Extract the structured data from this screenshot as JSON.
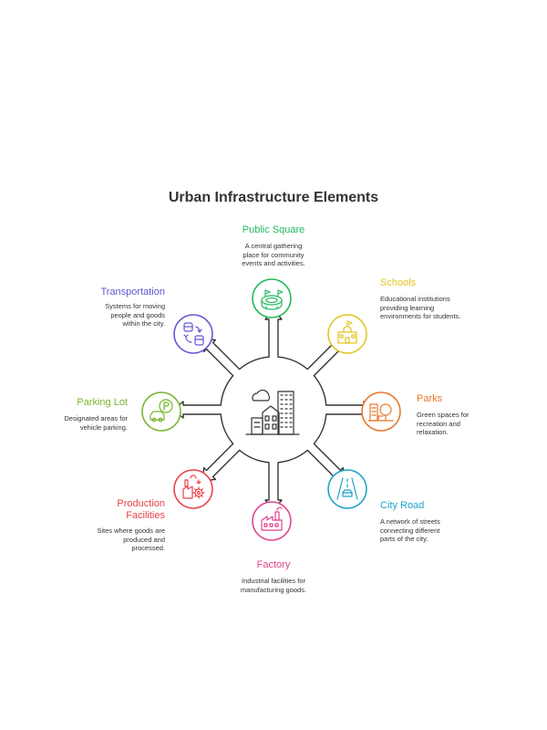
{
  "title": "Urban Infrastructure Elements",
  "colors": {
    "outline": "#333333",
    "public_square": "#22b85c",
    "schools": "#e3c51f",
    "parks": "#e8782a",
    "city_road": "#1ea4c8",
    "factory": "#e0448f",
    "production": "#e8434a",
    "parking": "#79b52e",
    "transportation": "#6357d6"
  },
  "elements": [
    {
      "id": "public-square",
      "label": "Public Square",
      "description": "A central gathering place for community events and activities.",
      "icon": "stadium-icon",
      "color": "#22b85c"
    },
    {
      "id": "schools",
      "label": "Schools",
      "description": "Educational institutions providing learning environments for students.",
      "icon": "school-building-icon",
      "color": "#e3c51f"
    },
    {
      "id": "parks",
      "label": "Parks",
      "description": "Green spaces for recreation and relaxation.",
      "icon": "park-tree-icon",
      "color": "#e8782a"
    },
    {
      "id": "city-road",
      "label": "City Road",
      "description": "A network of streets connecting different parts of the city.",
      "icon": "road-car-icon",
      "color": "#1ea4c8"
    },
    {
      "id": "factory",
      "label": "Factory",
      "description": "Industrial facilities for manufacturing goods.",
      "icon": "factory-icon",
      "color": "#e0448f"
    },
    {
      "id": "production-facilities",
      "label": "Production Facilities",
      "description": "Sites where goods are produced and processed.",
      "icon": "production-gear-icon",
      "color": "#e8434a"
    },
    {
      "id": "parking-lot",
      "label": "Parking Lot",
      "description": "Designated areas for vehicle parking.",
      "icon": "parking-car-icon",
      "color": "#79b52e"
    },
    {
      "id": "transportation",
      "label": "Transportation",
      "description": "Systems for moving people and goods within the city.",
      "icon": "transit-icon",
      "color": "#6357d6"
    }
  ],
  "center_icon": "city-buildings-icon"
}
